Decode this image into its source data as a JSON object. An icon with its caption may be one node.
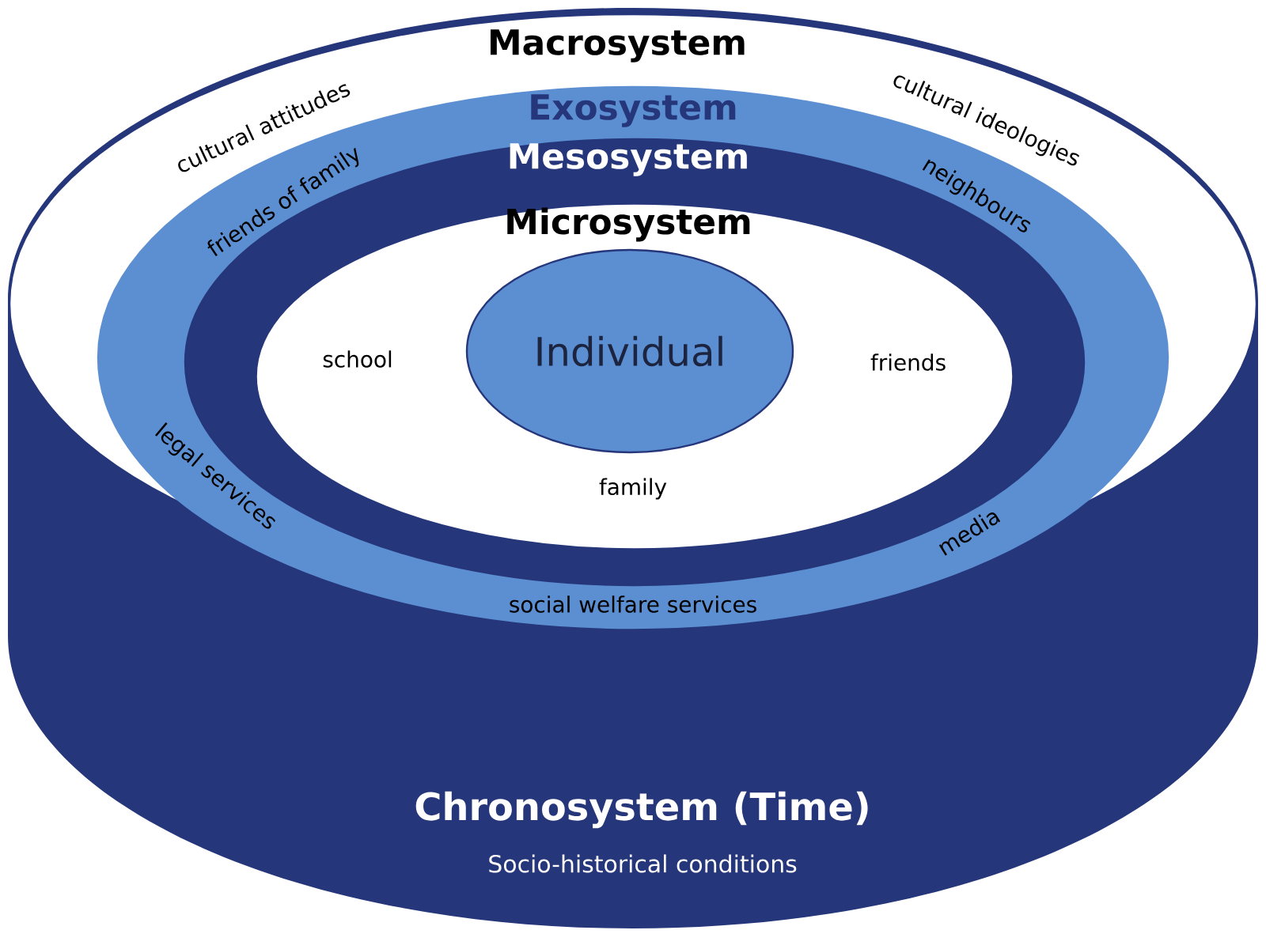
{
  "diagram": {
    "nodes": [
      {
        "text": [
          "Chronosystem (Time)",
          "Socio-historical conditions"
        ]
      },
      {
        "text": [
          "Macrosystem",
          "cultural attitudes",
          "cultural ideologies"
        ],
        "in": 0
      },
      {
        "text": [
          "Exosystem",
          "friends of family",
          "neighbours",
          "legal services",
          "media",
          "social welfare services"
        ],
        "in": 1
      },
      {
        "text": [
          "Mesosystem"
        ],
        "in": 2
      },
      {
        "text": [
          "Microsystem",
          "school",
          "friends",
          "family"
        ],
        "in": 3
      },
      {
        "text": [
          "Individual"
        ],
        "in": 4
      }
    ]
  }
}
